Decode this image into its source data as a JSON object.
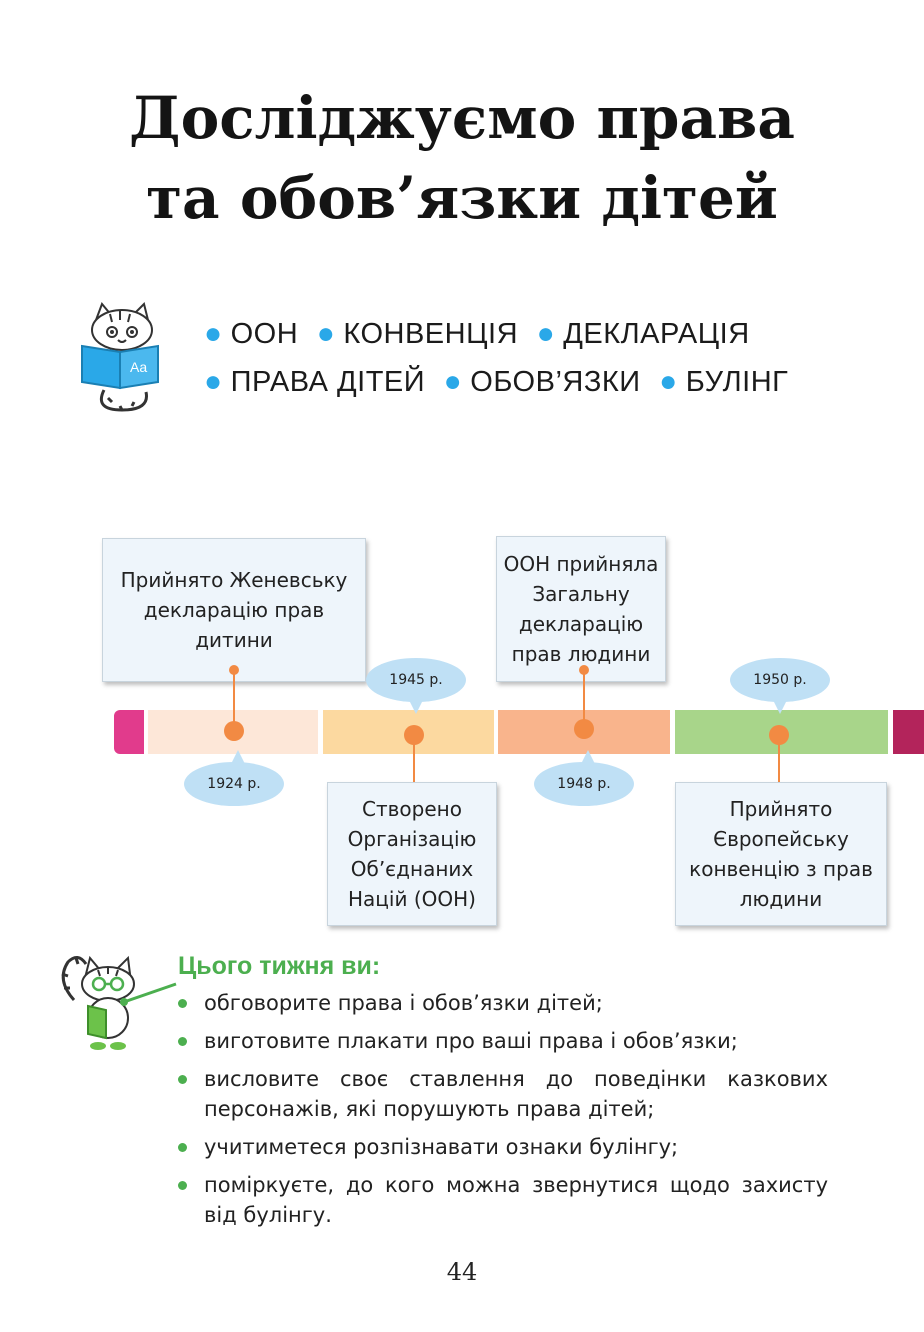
{
  "title": {
    "line1": "Досліджуємо права",
    "line2": "та обов’язки дітей"
  },
  "keywords": {
    "line1": [
      "ООН",
      "КОНВЕНЦІЯ",
      "ДЕКЛАРАЦІЯ"
    ],
    "line2": [
      "ПРАВА ДІТЕЙ",
      "ОБОВ’ЯЗКИ",
      "БУЛІНГ"
    ],
    "bullet_color": "#2aa8e8"
  },
  "icons": {
    "reading_cat": "cat-reading-book-icon",
    "book_label": "Aa",
    "teacher_cat": "cat-teacher-pointer-icon"
  },
  "timeline": {
    "events": [
      {
        "year": "1924 р.",
        "text": "Прийнято Женевську декларацію прав дитини"
      },
      {
        "year": "1945 р.",
        "text": "Створено Організацію Об’єднаних Націй (ООН)"
      },
      {
        "year": "1948 р.",
        "text": "ООН прийняла Загальну декларацію прав людини"
      },
      {
        "year": "1950 р.",
        "text": "Прийнято Європейську конвенцію з прав людини"
      }
    ],
    "colors": {
      "start_cap": "#e13b8c",
      "seg1": "#fde7d8",
      "seg2": "#fcd9a0",
      "seg3": "#f9b48c",
      "seg4": "#a8d58a",
      "end_cap": "#b3245b",
      "marker": "#f28a43",
      "bubble": "#bfe0f5"
    }
  },
  "week": {
    "heading": "Цього тижня ви:",
    "items": [
      "обговорите права і обов’язки дітей;",
      "виготовите плакати про ваші права і обов’язки;",
      "висловите своє ставлення до поведінки казкових персонажів, які порушують права дітей;",
      "учитиметеся розпізнавати ознаки булінгу;",
      "поміркуєте, до кого можна звернутися щодо захисту від булінгу."
    ],
    "accent": "#4caf4f"
  },
  "page_number": "44"
}
